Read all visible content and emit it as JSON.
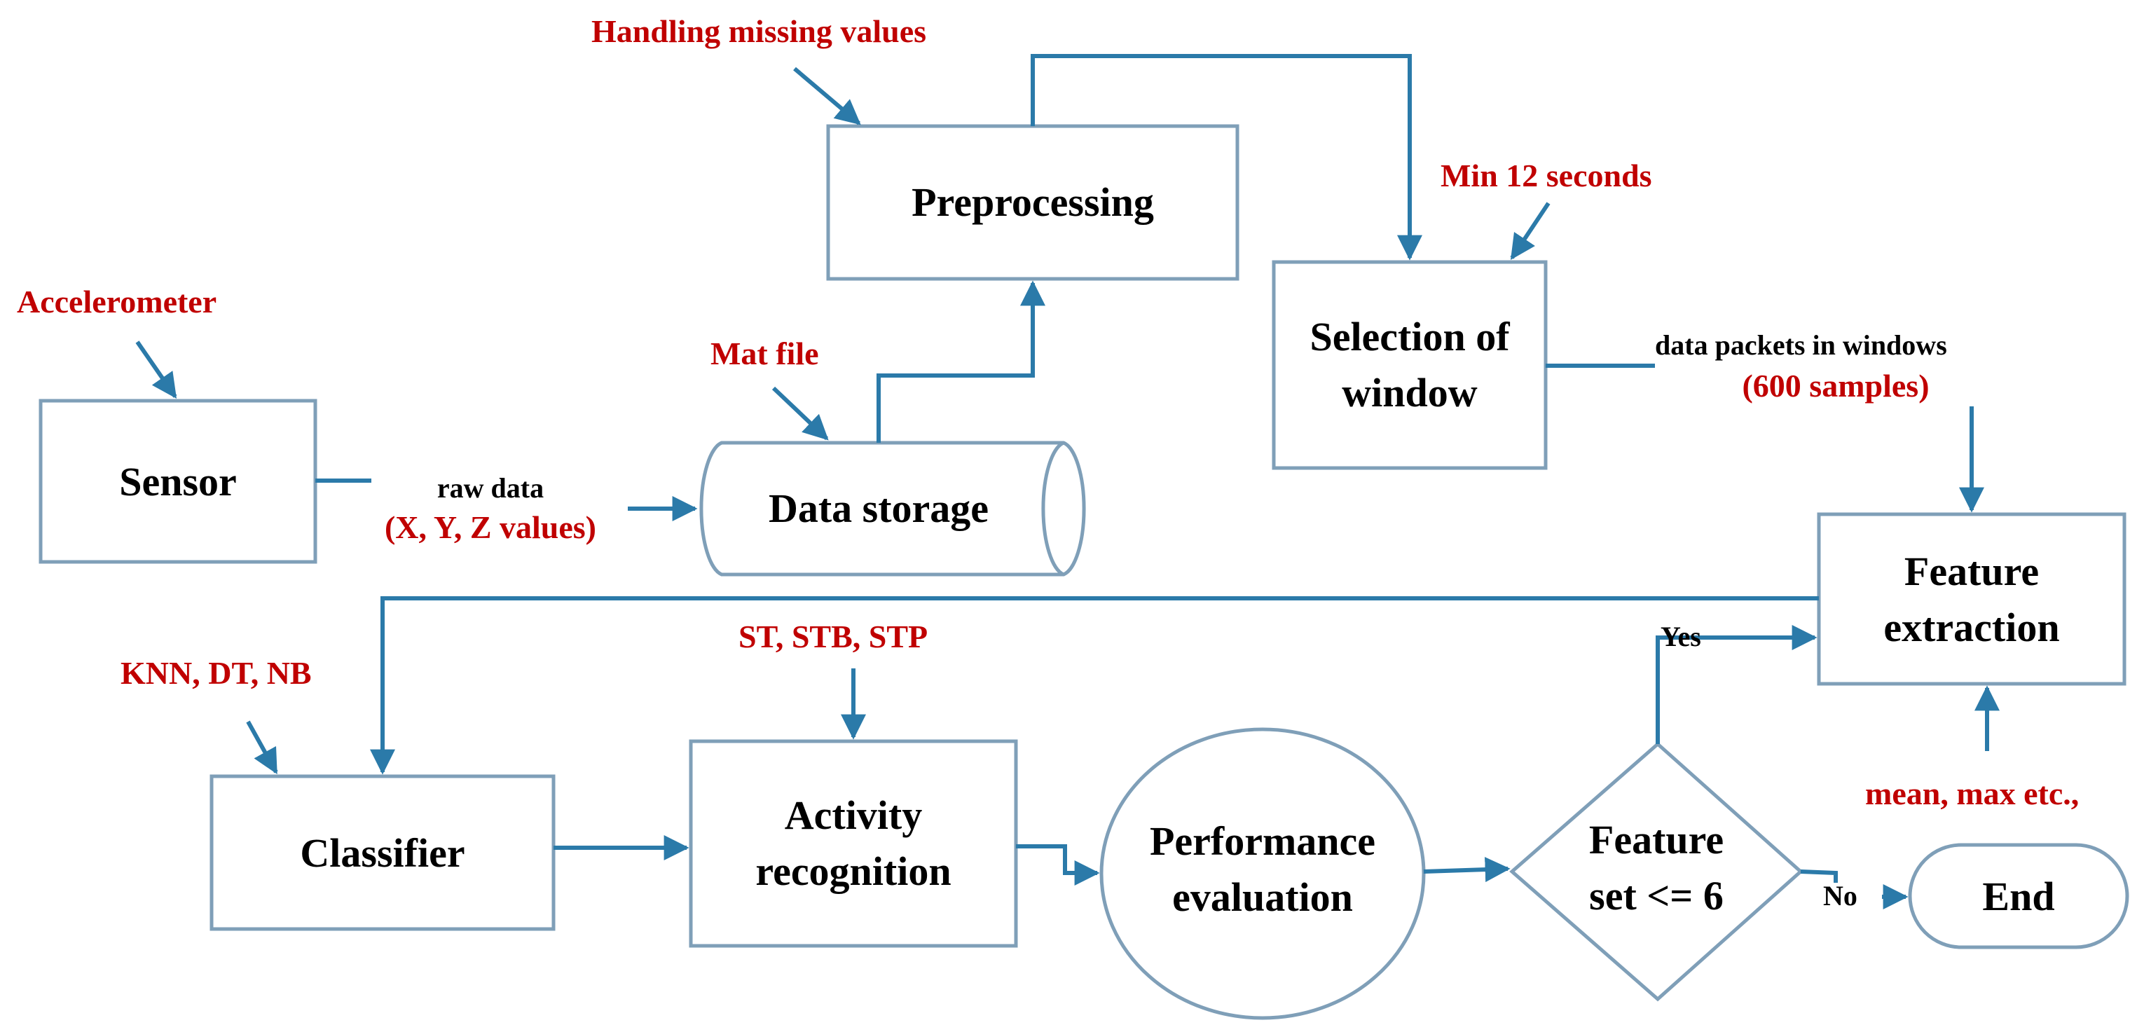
{
  "nodes": {
    "sensor": "Sensor",
    "data_storage": "Data storage",
    "preprocessing": "Preprocessing",
    "selection_line1": "Selection of",
    "selection_line2": "window",
    "feature_extraction_line1": "Feature",
    "feature_extraction_line2": "extraction",
    "classifier": "Classifier",
    "activity_line1": "Activity",
    "activity_line2": "recognition",
    "performance_line1": "Performance",
    "performance_line2": "evaluation",
    "decision_line1": "Feature",
    "decision_line2": "set <= 6",
    "end": "End"
  },
  "annotations": {
    "accelerometer": "Accelerometer",
    "raw_data": "raw data",
    "xyz_values": "(X, Y, Z  values)",
    "mat_file": "Mat file",
    "handling_missing": "Handling  missing values",
    "min_seconds": "Min 12 seconds",
    "data_packets": "data packets in windows",
    "samples": "(600 samples)",
    "mean_max": "mean, max etc.,",
    "classifiers_list": "KNN, DT, NB",
    "positions": "ST, STB, STP"
  },
  "branches": {
    "yes": "Yes",
    "no": "No"
  },
  "colors": {
    "box_stroke": "#7f9fb8",
    "connector": "#2b7aa9",
    "annotation_red": "#c00000",
    "label_black": "#000000"
  }
}
